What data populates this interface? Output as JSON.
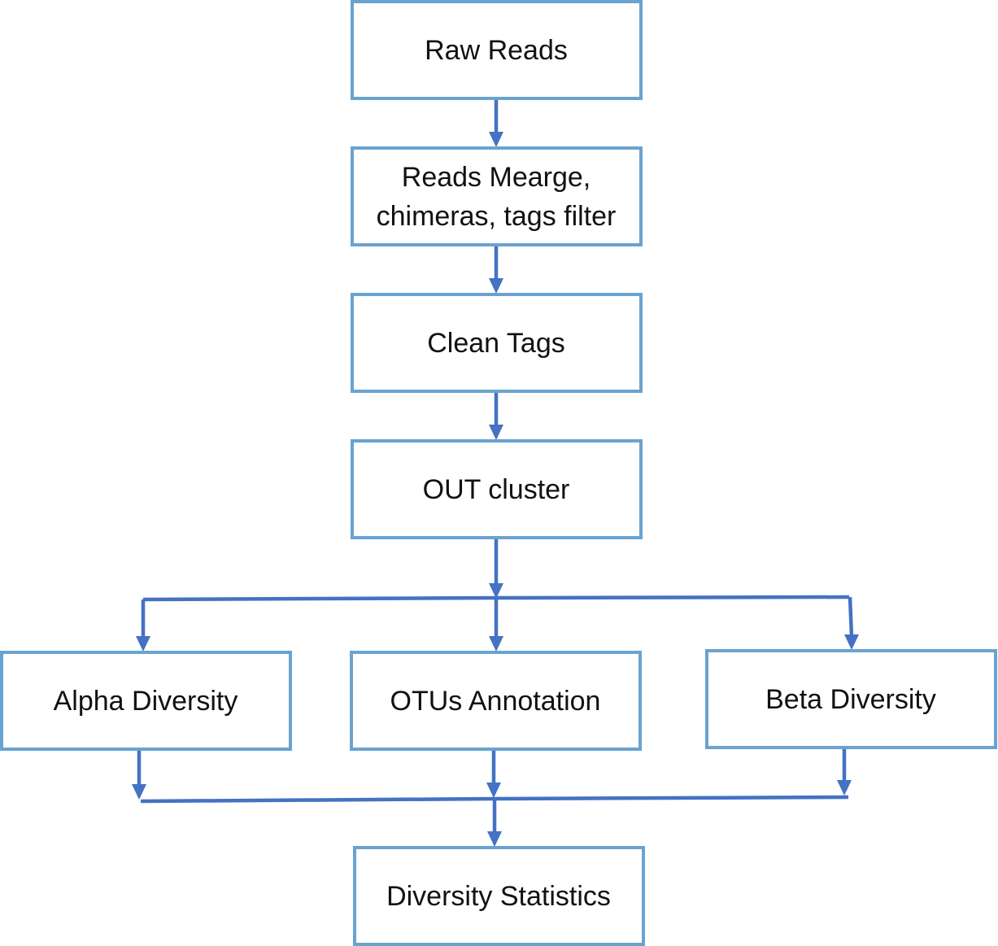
{
  "diagram": {
    "type": "flowchart",
    "colors": {
      "box_border": "#6aa3d0",
      "connector": "#4472c4",
      "text": "#111111",
      "background": "#ffffff"
    },
    "nodes": {
      "raw_reads": {
        "lines": [
          "Raw Reads"
        ]
      },
      "reads_merge": {
        "lines": [
          "Reads Mearge,",
          "chimeras, tags filter"
        ]
      },
      "clean_tags": {
        "lines": [
          "Clean Tags"
        ]
      },
      "out_cluster": {
        "lines": [
          "OUT cluster"
        ]
      },
      "alpha_diversity": {
        "lines": [
          "Alpha Diversity"
        ]
      },
      "otus_annotation": {
        "lines": [
          "OTUs Annotation"
        ]
      },
      "beta_diversity": {
        "lines": [
          "Beta Diversity"
        ]
      },
      "diversity_statistics": {
        "lines": [
          "Diversity Statistics"
        ]
      }
    },
    "edges": [
      {
        "from": "raw_reads",
        "to": "reads_merge"
      },
      {
        "from": "reads_merge",
        "to": "clean_tags"
      },
      {
        "from": "clean_tags",
        "to": "out_cluster"
      },
      {
        "from": "out_cluster",
        "to": "alpha_diversity"
      },
      {
        "from": "out_cluster",
        "to": "otus_annotation"
      },
      {
        "from": "out_cluster",
        "to": "beta_diversity"
      },
      {
        "from": "alpha_diversity",
        "to": "diversity_statistics"
      },
      {
        "from": "otus_annotation",
        "to": "diversity_statistics"
      },
      {
        "from": "beta_diversity",
        "to": "diversity_statistics"
      }
    ]
  }
}
